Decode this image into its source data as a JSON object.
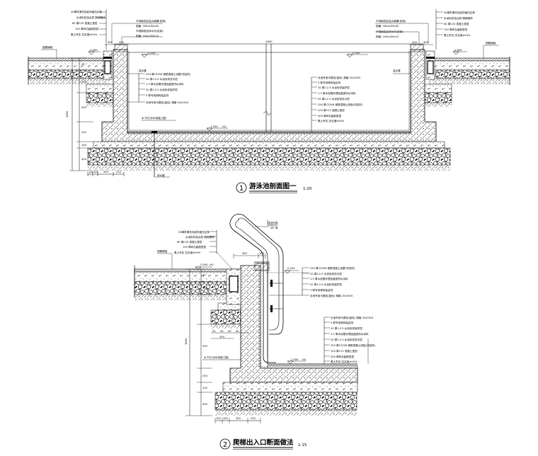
{
  "section1": {
    "title": "游泳池剖面图一",
    "number": "1",
    "scale": "1:20",
    "top_left_notes": [
      "30厚防滑花岗岩饰面压边条",
      "水泥砂浆结合层 随砌随抹",
      "60 厚C20 混凝土垫层",
      "150 厚碎石级配垫层",
      "素土夯实 压实度≥94%"
    ],
    "top_left_edge_notes": [
      "不锈钢成品溢水格栅(定制)",
      "规格: 300x200x30",
      "不锈钢成品排水沟(定制)",
      "规格: 200x200x10"
    ],
    "top_right_edge_notes": [
      "不锈钢成品溢水格栅(定制)",
      "规格: 300x200x30",
      "不锈钢成品排水沟(定制)",
      "规格: 200x200x10"
    ],
    "top_right_notes": [
      "30厚防滑花岗岩饰面压边条",
      "水泥砂浆结合层 随砌随抹",
      "60 厚C20 混凝土垫层",
      "150 厚碎石级配垫层",
      "素土夯实 压实度≥94%"
    ],
    "paving_left": "园路铺装",
    "paving_right": "园路铺装",
    "overflow_left": "溢水管",
    "overflow_right": "溢水管",
    "wall_notes": [
      "250 厚C25S6 钢筋混凝土池壁(详结构)",
      "20 厚1:2.5 水泥砂浆找平层",
      "1.5 厚水泥基渗透结晶型防水涂料",
      "20 厚1:2.5 水泥砂浆保护层",
      "5 厚专用瓷砖粘结剂",
      "泳池专用马赛克(蓝色) 规格 25x25x5"
    ],
    "floor_notes": [
      "泳池专用马赛克(蓝色) 规格 25x25x5",
      "5 厚专用瓷砖粘结剂",
      "20 厚1:2.5 水泥砂浆保护层",
      "1.5 厚水泥基渗透结晶型防水涂料",
      "20 厚1:2.5 水泥砂浆找平层",
      "250 厚C25S6 钢筋混凝土底板(详结构)",
      "100 厚C15 混凝土垫层",
      "300 厚碎石级配垫层",
      "素土夯实 压实度≥94%"
    ],
    "lamp_note": "水下灯(详水电施工图)",
    "drain_label": "排水管",
    "water_level": "水面",
    "elev_left_1": "-0.050",
    "elev_left_2": "-0.050",
    "elev_center": "-0.100",
    "elev_right": "-0.050",
    "elev_bottom": "-1.550",
    "elev_note": "(H)",
    "gap_label": "4500",
    "dims_left": [
      "30",
      "20",
      "150",
      "350",
      "250",
      "100",
      "300"
    ],
    "dims_bottom": [
      "100",
      "100",
      "350",
      "250"
    ],
    "dim_total": "1850",
    "dims_top": [
      "300",
      "200"
    ]
  },
  "section2": {
    "title": "爬梯出入口断面做法",
    "number": "2",
    "scale": "1:15",
    "ladder_label": "成品扶梯",
    "ladder_sub": "详厂家",
    "edge_notes": [
      "30厚防滑花岗岩饰面压边条",
      "水泥砂浆结合层 随砌随抹",
      "60 厚C20 混凝土垫层",
      "150 厚碎石级配垫层",
      "素土夯实 压实度≥94%"
    ],
    "paving": "园路铺装",
    "wall_notes": [
      "250 厚C25S6 钢筋混凝土池壁(详结构)",
      "20 厚1:2.5 水泥砂浆找平层",
      "1.5 厚水泥基渗透结晶型防水涂料",
      "20 厚1:2.5 水泥砂浆保护层",
      "5 厚专用瓷砖粘结剂",
      "泳池专用马赛克(蓝色) 规格 25x25x5"
    ],
    "floor_notes": [
      "泳池专用马赛克(蓝色) 规格 25x25x5",
      "5 厚专用瓷砖粘结剂",
      "20 厚1:2.5 水泥砂浆保护层",
      "1.5 厚水泥基渗透结晶型防水涂料",
      "20 厚1:2.5 水泥砂浆找平层",
      "250 厚C25S6 钢筋混凝土底板(详结构)",
      "100 厚C15 混凝土垫层",
      "300 厚碎石级配垫层",
      "素土夯实 压实度≥94%"
    ],
    "lamp_note": "水下灯(详水电施工图)",
    "elev_top": "-0.050",
    "elev_water": "-0.100",
    "elev_bottom": "-1.550",
    "elev_note": "(H)",
    "dims_top": [
      "400",
      "100"
    ],
    "dims_left": [
      "30",
      "150",
      "350",
      "250",
      "100",
      "300"
    ],
    "dim_total": "1850",
    "dims_bottom": [
      "100",
      "100",
      "350",
      "250"
    ],
    "dims_mid": [
      "50",
      "50",
      "50",
      "50"
    ],
    "dim_mid_total": "350"
  }
}
